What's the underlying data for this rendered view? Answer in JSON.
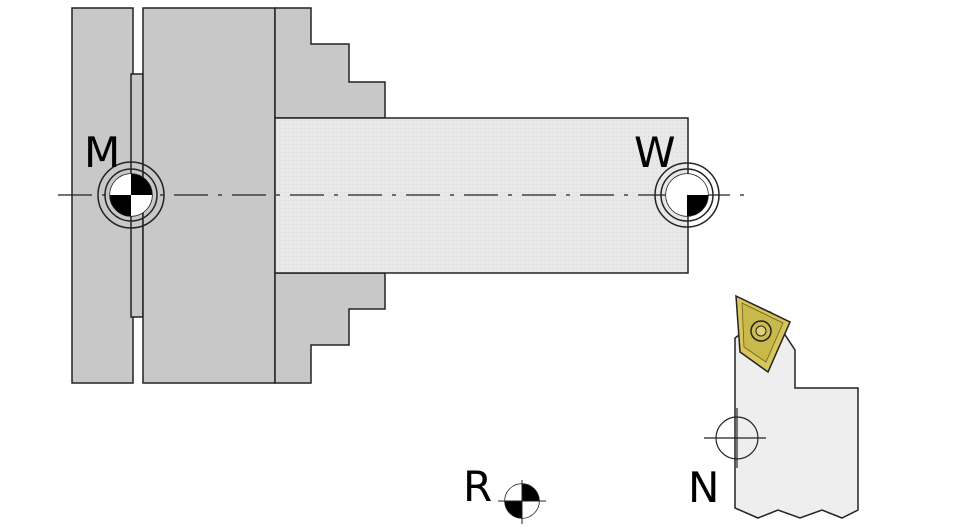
{
  "labels": {
    "machine_zero": "M",
    "workpiece_zero": "W",
    "reference_point": "R",
    "tool_reference_point": "N"
  },
  "colors": {
    "chuck_fill": "#c8c8c8",
    "workpiece_fill": "#e6e6e6",
    "tool_fill": "#efefef",
    "insert_fill": "#d8c65a",
    "outline": "#222222",
    "symbol_black": "#000000"
  },
  "icons": {
    "machine_zero": "quadrant-target-icon",
    "workpiece_zero": "quadrant-target-icon",
    "reference_point": "quadrant-target-icon",
    "tool_reference_point": "crosshair-circle-icon"
  }
}
